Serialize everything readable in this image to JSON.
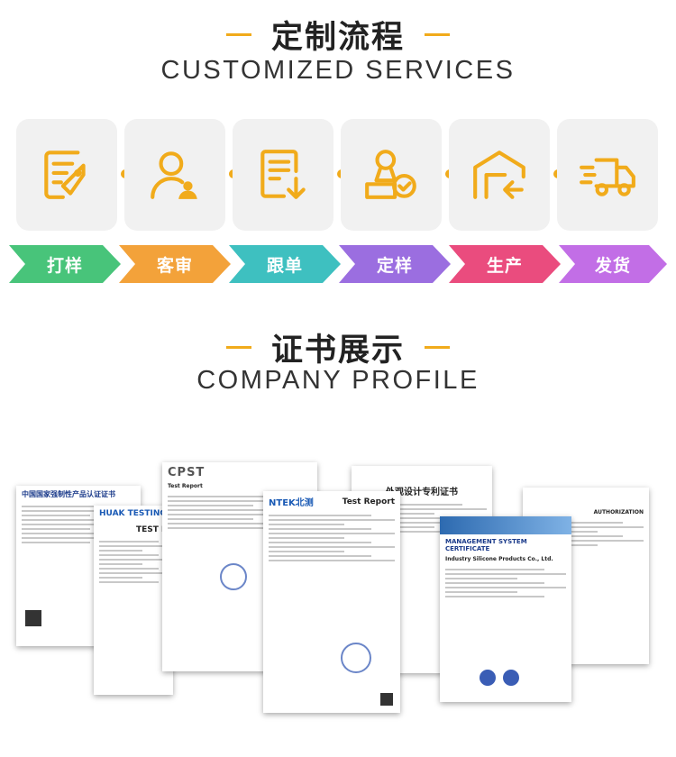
{
  "section1": {
    "title_cn": "定制流程",
    "title_en": "CUSTOMIZED SERVICES"
  },
  "steps": [
    {
      "icon": "document-tag-icon",
      "label": "打样",
      "color": "#48c47a"
    },
    {
      "icon": "user-person-icon",
      "label": "客审",
      "color": "#f3a23a"
    },
    {
      "icon": "document-download-icon",
      "label": "跟单",
      "color": "#3ec0c0"
    },
    {
      "icon": "user-check-icon",
      "label": "定样",
      "color": "#9b6ee0"
    },
    {
      "icon": "warehouse-icon",
      "label": "生产",
      "color": "#ea4c7e"
    },
    {
      "icon": "delivery-truck-icon",
      "label": "发货",
      "color": "#c26ee6"
    }
  ],
  "accent_color": "#f1ab1b",
  "section2": {
    "title_cn": "证书展示",
    "title_en": "COMPANY PROFILE"
  },
  "certificates": [
    {
      "header": "中国国家强制性产品认证证书"
    },
    {
      "header": "HUAK TESTING",
      "title": "TEST R"
    },
    {
      "header": "CPST",
      "title": "Test Report"
    },
    {
      "header": "NTEK北测",
      "title": "Test Report"
    },
    {
      "header": "外观设计专利证书"
    },
    {
      "header": "MANAGEMENT SYSTEM CERTIFICATE",
      "org": "Industry Silicone Products Co., Ltd."
    },
    {
      "header": "AUTHORIZATION"
    }
  ]
}
